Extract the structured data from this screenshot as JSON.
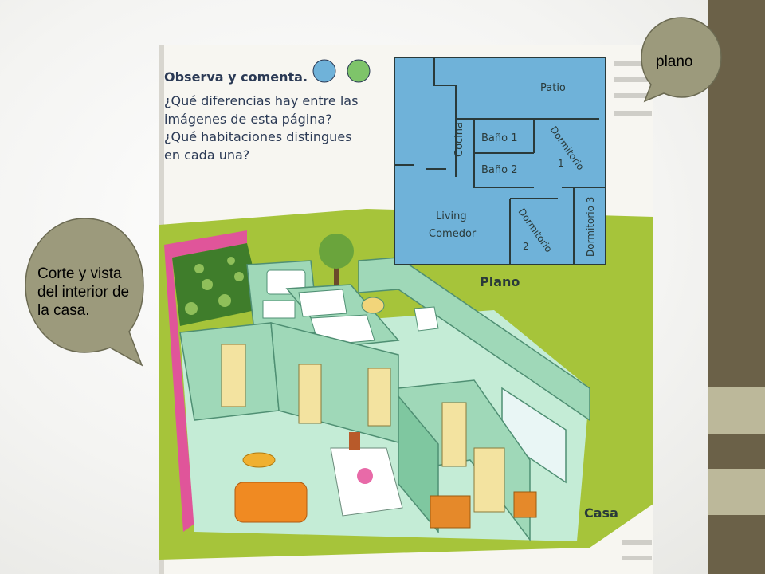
{
  "slide": {
    "callout_plano": "plano",
    "callout_corte": "Corte y vista  del interior de la  casa."
  },
  "book": {
    "heading": "Observa y comenta.",
    "question_lines": [
      "¿Qué diferencias hay entre las",
      "imágenes de esta página?",
      "¿Qué habitaciones distingues",
      "en cada una?"
    ],
    "plan_caption": "Plano",
    "house_caption": "Casa",
    "rooms": {
      "patio": "Patio",
      "cocina": "Cocina",
      "bano1": "Baño 1",
      "bano2": "Baño 2",
      "dorm1_a": "Dormitorio",
      "dorm1_b": "1",
      "living_a": "Living",
      "living_b": "Comedor",
      "dorm2_a": "Dormitorio",
      "dorm2_b": "2",
      "dorm3": "Dormitorio 3"
    }
  },
  "colors": {
    "plan_blue": "#6fb2d9",
    "lawn_green": "#a6c43a",
    "wall_mint": "#9fd8b8",
    "floor_mint": "#c4ecd6",
    "pink_wall": "#e0559a",
    "bar_dark": "#6b6148",
    "bar_light": "#bcb89a",
    "bubble_fill": "#9c9a7c"
  }
}
